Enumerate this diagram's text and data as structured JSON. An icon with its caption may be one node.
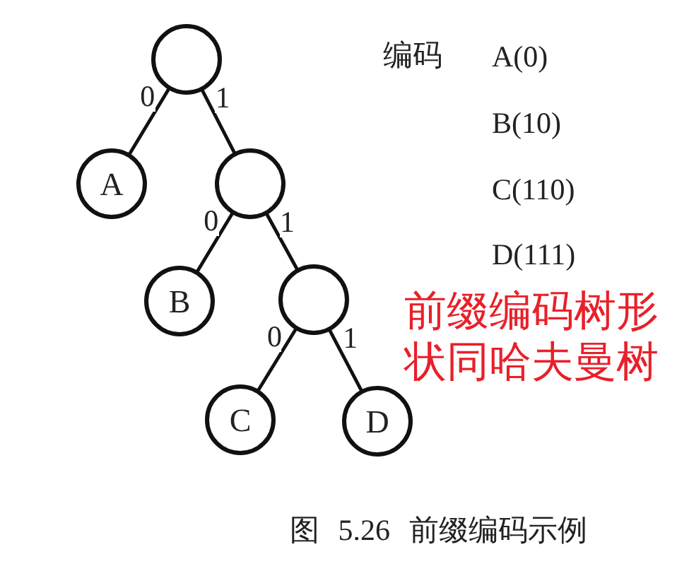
{
  "diagram": {
    "caption": "图 5.26 前缀编码示例",
    "nodes": [
      {
        "text": [],
        "shape": "circle"
      },
      {
        "text": [
          "A"
        ]
      },
      {
        "text": [],
        "shape": "circle"
      },
      {
        "text": [
          "B"
        ]
      },
      {
        "text": [],
        "shape": "circle"
      },
      {
        "text": [
          "C"
        ]
      },
      {
        "text": [
          "D"
        ]
      }
    ],
    "edges": [
      {
        "from": 0,
        "to": 1,
        "arrow": "none",
        "label": "0"
      },
      {
        "from": 0,
        "to": 2,
        "arrow": "none",
        "label": "1"
      },
      {
        "from": 2,
        "to": 3,
        "arrow": "none",
        "label": "0"
      },
      {
        "from": 2,
        "to": 4,
        "arrow": "none",
        "label": "1"
      },
      {
        "from": 4,
        "to": 5,
        "arrow": "none",
        "label": "0"
      },
      {
        "from": 4,
        "to": 6,
        "arrow": "none",
        "label": "1"
      }
    ],
    "labels": [
      "编码",
      "A(0)",
      "B(10)",
      "C(110)",
      "D(111)",
      "前缀编码树形状同哈夫曼树"
    ]
  }
}
